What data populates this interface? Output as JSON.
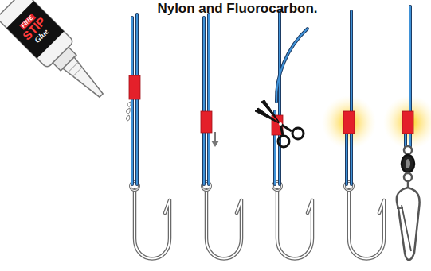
{
  "diagram": {
    "title": "Nylon and Fluorocarbon.",
    "labels": [
      "FINE",
      "STIP",
      "Glue"
    ]
  }
}
